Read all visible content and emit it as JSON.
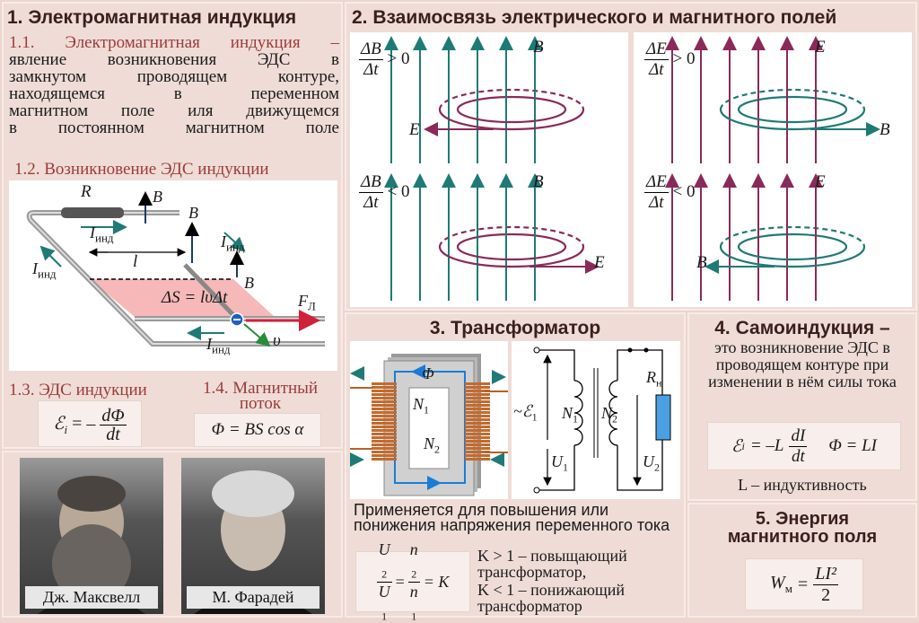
{
  "s1": {
    "title": "1. Электромагнитная индукция",
    "def_lines": [
      "1.1. Электромагнитная индукция –",
      "явление возникновения ЭДС в",
      "замкнутом проводящем контуре,",
      "находящемся в переменном",
      "магнитном поле иля движущемся",
      "в постоянном магнитном поле"
    ],
    "sub2": "1.2. Возникновение ЭДС индукции",
    "sub3": "1.3. ЭДС индукции",
    "sub4": "1.4. Магнитный поток",
    "fig": {
      "R": "R",
      "B": "B",
      "I_ind": "I",
      "ind_sub": "инд",
      "l": "l",
      "dS": "ΔS = lυΔt",
      "F": "F",
      "F_sub": "Л",
      "v": "υ"
    },
    "emf_formula": {
      "lhs": "ℰ",
      "lhs_sub": "i",
      "eq": "= –",
      "num": "dΦ",
      "den": "dt"
    },
    "flux_formula": "Φ = BS cos α"
  },
  "portraits": [
    {
      "caption": "Дж. Максвелл"
    },
    {
      "caption": "М. Фарадей"
    }
  ],
  "s2": {
    "title": "2. Взаимосвязь электрического и магнитного полей",
    "cells": [
      {
        "num": "ΔB",
        "den": "Δt",
        "rel": "> 0",
        "vert": "B",
        "horiz": "E"
      },
      {
        "num": "ΔE",
        "den": "Δt",
        "rel": "> 0",
        "vert": "E",
        "horiz": "B"
      },
      {
        "num": "ΔB",
        "den": "Δt",
        "rel": "< 0",
        "vert": "B",
        "horiz": "E"
      },
      {
        "num": "ΔE",
        "den": "Δt",
        "rel": "< 0",
        "vert": "E",
        "horiz": "B"
      }
    ]
  },
  "s3": {
    "title": "3. Трансформатор",
    "core": {
      "phi": "Φ",
      "n1": "N",
      "n1_sub": "1",
      "n2": "N",
      "n2_sub": "2"
    },
    "circuit": {
      "e": "~ℰ",
      "e_sub": "1",
      "N1": "N",
      "N1_sub": "1",
      "N2": "N",
      "N2_sub": "2",
      "U1": "U",
      "U1_sub": "1",
      "U2": "U",
      "U2_sub": "2",
      "R": "R",
      "R_sub": "н"
    },
    "desc": "Применяется для повышения или понижения напряжения переменного тока",
    "ratio": {
      "u2": "U",
      "u2s": "2",
      "u1": "U",
      "u1s": "1",
      "n2": "n",
      "n2s": "2",
      "n1": "n",
      "n1s": "1",
      "k": "= K"
    },
    "k_up": "K > 1 – повыщающий трансформатор,",
    "k_down": "K < 1 – понижающий трансформатор"
  },
  "s4": {
    "title": "4. Самоиндукция –",
    "desc": "это возникновение ЭДС в проводящем контуре при изменении в нём силы тока",
    "formula_left": {
      "e": "ℰ",
      "es": "i",
      "eq": "= –L",
      "num": "dI",
      "den": "dt"
    },
    "formula_right": "Φ = LI",
    "note": "L – индуктивность"
  },
  "s5": {
    "title": "5. Энергия магнитного поля",
    "w": "W",
    "ws": "м",
    "eq": "=",
    "num": "LI²",
    "den": "2"
  },
  "colors": {
    "teal": "#1f7a75",
    "purple": "#8a2a5a",
    "maroon": "#9c3b3b",
    "bg": "#ecd6cf"
  }
}
